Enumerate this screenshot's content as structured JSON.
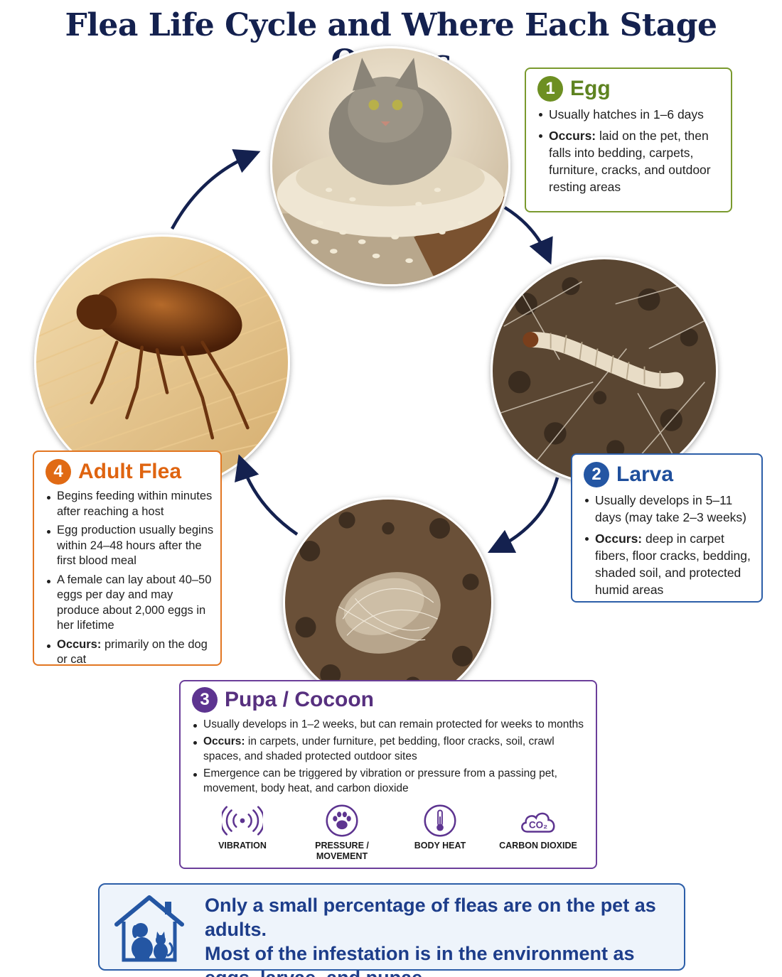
{
  "title": "Flea Life Cycle and Where Each Stage Occurs",
  "colors": {
    "egg": "#6d8f22",
    "larva": "#2456a3",
    "pupa": "#5d3490",
    "adult": "#e06a14",
    "title": "#14214f",
    "arrow": "#14214f"
  },
  "stages": {
    "egg": {
      "number": "1",
      "name": "Egg",
      "bullets": [
        {
          "lead": "",
          "text": "Usually hatches in 1–6 days"
        },
        {
          "lead": "Occurs:",
          "text": " laid on the pet, then falls into bedding, carpets, furniture, cracks, and outdoor resting areas"
        }
      ]
    },
    "larva": {
      "number": "2",
      "name": "Larva",
      "bullets": [
        {
          "lead": "",
          "text": "Usually develops in 5–11 days (may take 2–3 weeks)"
        },
        {
          "lead": "Occurs:",
          "text": " deep in carpet fibers, floor cracks, bedding, shaded soil, and protected humid areas"
        }
      ]
    },
    "pupa": {
      "number": "3",
      "name": "Pupa / Cocoon",
      "bullets": [
        {
          "lead": "",
          "text": "Usually develops in 1–2 weeks, but can remain protected for weeks to months"
        },
        {
          "lead": "Occurs:",
          "text": " in carpets, under furniture, pet bedding, floor cracks, soil, crawl spaces, and shaded protected outdoor sites"
        },
        {
          "lead": "",
          "text": "Emergence can be triggered by vibration or pressure from a passing pet, movement, body heat, and carbon dioxide"
        }
      ],
      "triggers": [
        {
          "icon": "vibration-icon",
          "label": "VIBRATION"
        },
        {
          "icon": "paw-icon",
          "label": "PRESSURE /\nMOVEMENT"
        },
        {
          "icon": "thermometer-icon",
          "label": "BODY HEAT"
        },
        {
          "icon": "co2-cloud-icon",
          "label": "CARBON DIOXIDE",
          "icon_text": "CO₂"
        }
      ]
    },
    "adult": {
      "number": "4",
      "name": "Adult Flea",
      "bullets": [
        {
          "lead": "",
          "text": "Begins feeding within minutes after reaching a host"
        },
        {
          "lead": "",
          "text": "Egg production usually begins within 24–48 hours after the first blood meal"
        },
        {
          "lead": "",
          "text": "A female can lay about 40–50 eggs per day and may produce about 2,000 eggs in her lifetime"
        },
        {
          "lead": "Occurs:",
          "text": " primarily on the dog or cat"
        }
      ]
    }
  },
  "bottom": {
    "icon": "house-pets-icon",
    "line1": "Only a small percentage of fleas are on the pet as adults.",
    "line2": "Most of the infestation is in the environment as",
    "line3": "eggs, larvae, and pupae."
  },
  "photos": {
    "egg": "cat-on-bed-with-eggs-photo",
    "larva": "larva-in-carpet-photo",
    "pupa": "cocoon-in-debris-photo",
    "adult": "adult-flea-on-fur-photo"
  }
}
